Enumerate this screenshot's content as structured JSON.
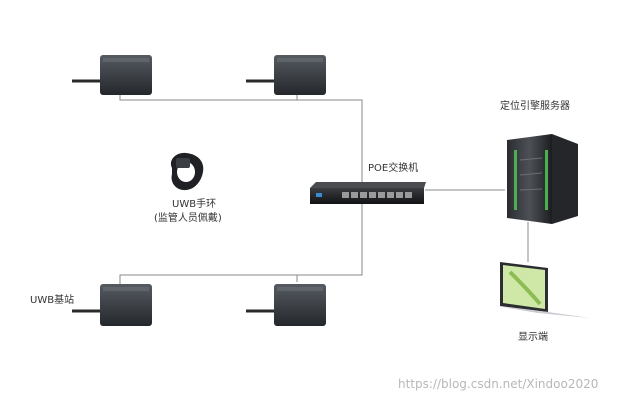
{
  "labels": {
    "server": "定位引擎服务器",
    "switch": "POE交换机",
    "band_title": "UWB手环",
    "band_subtitle": "(监管人员佩戴)",
    "base_station": "UWB基站",
    "display": "显示端"
  },
  "watermark": "https://blog.csdn.net/Xindoo2020",
  "colors": {
    "line": "#8a8a8a",
    "device_dark": "#2f3338",
    "device_mid": "#4a4f55",
    "switch_body": "#1e1f22",
    "server_accent": "#4caf50",
    "laptop_screen": "#cfe8a8"
  }
}
